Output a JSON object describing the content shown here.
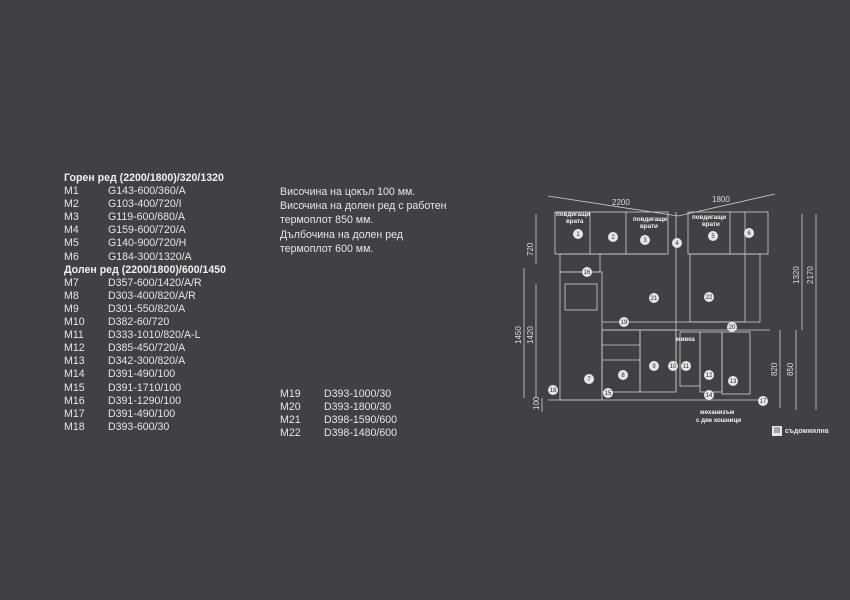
{
  "upper": {
    "heading": "Горен ред (2200/1800)/320/1320",
    "items": [
      {
        "code": "M1",
        "spec": "G143-600/360/A"
      },
      {
        "code": "M2",
        "spec": "G103-400/720/I"
      },
      {
        "code": "M3",
        "spec": "G119-600/680/A"
      },
      {
        "code": "M4",
        "spec": "G159-600/720/A"
      },
      {
        "code": "M5",
        "spec": "G140-900/720/H"
      },
      {
        "code": "M6",
        "spec": "G184-300/1320/A"
      }
    ]
  },
  "lower": {
    "heading": "Долен ред (2200/1800)/600/1450",
    "items": [
      {
        "code": "M7",
        "spec": "D357-600/1420/A/R"
      },
      {
        "code": "M8",
        "spec": "D303-400/820/A/R"
      },
      {
        "code": "M9",
        "spec": "D301-550/820/A"
      },
      {
        "code": "M10",
        "spec": "D382-60/720"
      },
      {
        "code": "M11",
        "spec": "D333-1010/820/A-L"
      },
      {
        "code": "M12",
        "spec": "D385-450/720/A"
      },
      {
        "code": "M13",
        "spec": "D342-300/820/A"
      },
      {
        "code": "M14",
        "spec": "D391-490/100"
      },
      {
        "code": "M15",
        "spec": "D391-1710/100"
      },
      {
        "code": "M16",
        "spec": "D391-1290/100"
      },
      {
        "code": "M17",
        "spec": "D391-490/100"
      },
      {
        "code": "M18",
        "spec": "D393-600/30"
      }
    ]
  },
  "extra": [
    {
      "code": "M19",
      "spec": "D393-1000/30"
    },
    {
      "code": "M20",
      "spec": "D393-1800/30"
    },
    {
      "code": "M21",
      "spec": "D398-1590/600"
    },
    {
      "code": "M22",
      "spec": "D398-1480/600"
    }
  ],
  "notes": [
    "Височина на цокъл 100 мм.",
    "Височина на долен ред с работен",
    "термоплот 850 мм.",
    "Дълбочина на долен ред",
    "термоплот 600 мм."
  ],
  "diagram": {
    "dims": {
      "left_width": "2200",
      "right_width": "1800",
      "h720": "720",
      "h1450": "1450",
      "h1420": "1420",
      "h100": "100",
      "h1320": "1320",
      "h2170": "2170",
      "h820": "820",
      "h850": "850"
    },
    "labels": {
      "lift1a": "повдигащи",
      "lift1b": "врата",
      "lift2a": "повдигащи",
      "lift2b": "врати",
      "lift3a": "повдигащи",
      "lift3b": "врати",
      "sink": "мивка",
      "mech1": "механизъм",
      "mech2": "с две кошници"
    },
    "legend": "съдомиялна",
    "legend_icon": "dishwasher-icon",
    "numbers": [
      "1",
      "2",
      "3",
      "4",
      "5",
      "6",
      "7",
      "8",
      "9",
      "10",
      "11",
      "12",
      "13",
      "14",
      "15",
      "16",
      "17",
      "18",
      "19",
      "20",
      "21",
      "22"
    ]
  }
}
